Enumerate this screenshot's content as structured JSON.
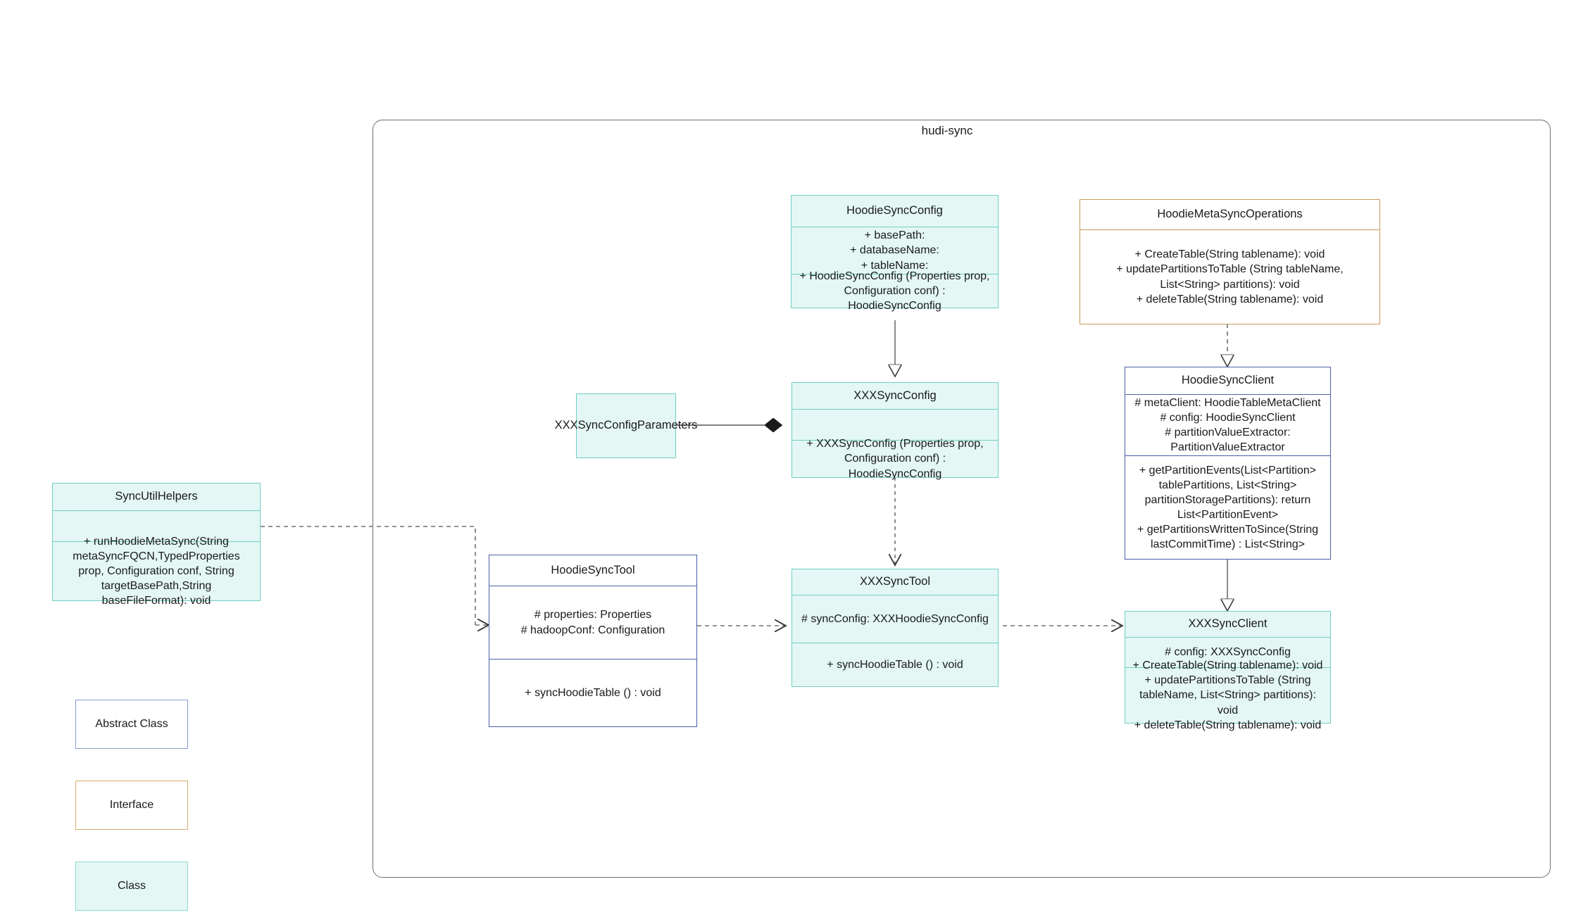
{
  "package": {
    "title": "hudi-sync"
  },
  "classes": {
    "hoodie_sync_config": {
      "name": "HoodieSyncConfig",
      "attributes": "+    basePath:\n+   databaseName:\n+    tableName:",
      "methods": "+   HoodieSyncConfig (Properties prop, Configuration conf) : HoodieSyncConfig",
      "stereotype": "class"
    },
    "hoodie_meta_sync_operations": {
      "name": "HoodieMetaSyncOperations",
      "attributes": "",
      "methods": "+    CreateTable(String tablename): void\n+    updatePartitionsToTable (String tableName, List<String> partitions): void\n+    deleteTable(String tablename): void",
      "stereotype": "interface"
    },
    "hoodie_sync_client": {
      "name": "HoodieSyncClient",
      "attributes": "#   metaClient: HoodieTableMetaClient\n#   config: HoodieSyncClient\n#    partitionValueExtractor: PartitionValueExtractor",
      "methods": "+   getPartitionEvents(List<Partition> tablePartitions, List<String> partitionStoragePartitions): return List<PartitionEvent>\n+   getPartitionsWrittenToSince(String lastCommitTime) : List<String>",
      "stereotype": "abstract"
    },
    "xxx_sync_config": {
      "name": "XXXSyncConfig",
      "attributes": "",
      "methods": "+   XXXSyncConfig (Properties prop, Configuration conf) : HoodieSyncConfig",
      "stereotype": "class"
    },
    "xxx_sync_config_parameters": {
      "name": "XXXSyncConfigParameters",
      "stereotype": "class"
    },
    "sync_util_helpers": {
      "name": "SyncUtilHelpers",
      "attributes": "",
      "methods": "+     runHoodieMetaSync(String metaSyncFQCN,TypedProperties prop, Configuration conf, String targetBasePath,String baseFileFormat): void",
      "stereotype": "class"
    },
    "hoodie_sync_tool": {
      "name": "HoodieSyncTool",
      "attributes": "#   properties: Properties\n#   hadoopConf: Configuration",
      "methods": "+   syncHoodieTable () : void",
      "stereotype": "abstract"
    },
    "xxx_sync_tool": {
      "name": "XXXSyncTool",
      "attributes": "#   syncConfig: XXXHoodieSyncConfig",
      "methods": "+   syncHoodieTable () : void",
      "stereotype": "class"
    },
    "xxx_sync_client": {
      "name": "XXXSyncClient",
      "attributes": "#    config: XXXSyncConfig",
      "methods": "+    CreateTable(String tablename): void\n+     updatePartitionsToTable (String tableName, List<String> partitions): void\n+    deleteTable(String tablename): void",
      "stereotype": "class"
    }
  },
  "legend": [
    {
      "label": "Abstract Class",
      "stereotype": "abstract"
    },
    {
      "label": "Interface",
      "stereotype": "interface"
    },
    {
      "label": "Class",
      "stereotype": "class"
    }
  ],
  "colors": {
    "class_fill": "#e4f7f4",
    "class_border": "#6fcfc4",
    "abstract_border": "#4a5fa5",
    "interface_border": "#c79a5b",
    "package_border": "#6b6f7a",
    "connector": "#707070"
  },
  "relationships": [
    {
      "from": "HoodieSyncConfig",
      "to": "XXXSyncConfig",
      "type": "generalization"
    },
    {
      "from": "HoodieMetaSyncOperations",
      "to": "HoodieSyncClient",
      "type": "realization"
    },
    {
      "from": "XXXSyncConfigParameters",
      "to": "XXXSyncConfig",
      "type": "composition"
    },
    {
      "from": "XXXSyncConfig",
      "to": "XXXSyncTool",
      "type": "dependency"
    },
    {
      "from": "HoodieSyncClient",
      "to": "XXXSyncClient",
      "type": "generalization"
    },
    {
      "from": "SyncUtilHelpers",
      "to": "HoodieSyncTool",
      "type": "dependency"
    },
    {
      "from": "HoodieSyncTool",
      "to": "XXXSyncTool",
      "type": "dependency"
    },
    {
      "from": "XXXSyncTool",
      "to": "XXXSyncClient",
      "type": "dependency"
    }
  ]
}
